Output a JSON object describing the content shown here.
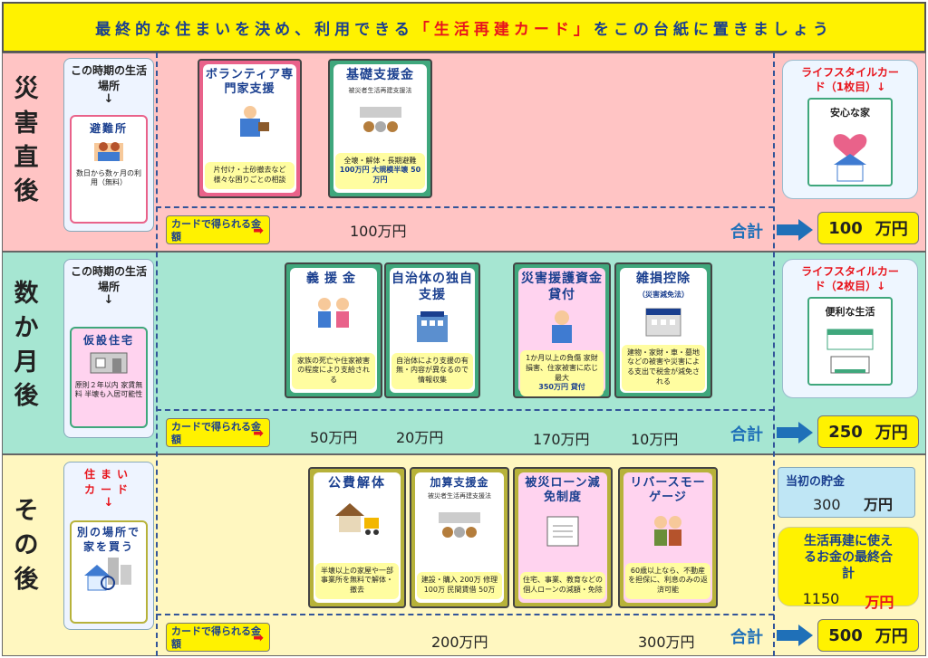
{
  "header": {
    "before": "最終的な住まいを決め、利用できる",
    "highlight": "「生活再建カード」",
    "after": "をこの台紙に置きましょう"
  },
  "periods": [
    {
      "label": "災害直後",
      "chars": [
        "災",
        "害",
        "直",
        "後"
      ]
    },
    {
      "label": "数か月後",
      "chars": [
        "数",
        "か",
        "月",
        "後"
      ]
    },
    {
      "label": "その後",
      "chars": [
        "そ",
        "の",
        "後"
      ]
    }
  ],
  "places": [
    {
      "heading": "この時期の生活場所",
      "arrow": "↓",
      "card_title": "避難所",
      "card_note": "数日から数ヶ月の利用（無料）"
    },
    {
      "heading": "この時期の生活場所",
      "arrow": "↓",
      "card_title": "仮設住宅",
      "card_note": "原則２年以内 家賃無料 半壊も入居可能性"
    },
    {
      "heading": "住まいカード",
      "arrow": "↓",
      "card_title": "別の場所で家を買う",
      "card_note": ""
    }
  ],
  "cards": [
    {
      "title": "ボランティア専門家支援",
      "sub": "",
      "desc": "片付け・土砂撤去など様々な困りごとの相談",
      "emph": ""
    },
    {
      "title": "基礎支援金",
      "sub": "被災者生活再建支援法",
      "desc": "全壊・解体・長期避難",
      "emph": "100万円 大規模半壊 50万円"
    },
    {
      "title": "義援金",
      "sub": "",
      "desc": "家族の死亡や住家被害の程度により支給される",
      "emph": ""
    },
    {
      "title": "自治体の独自支援",
      "sub": "",
      "desc": "自治体により支援の有無・内容が異なるので情報収集",
      "emph": ""
    },
    {
      "title": "災害援護資金貸付",
      "sub": "",
      "desc": "1か月以上の負傷 家財損害、住家被害に応じ最大",
      "emph": "350万円 貸付"
    },
    {
      "title": "雑損控除",
      "sub": "（災害減免法）",
      "desc": "建物・家財・車・墓地などの被害や災害による支出で税金が減免される",
      "emph": ""
    },
    {
      "title": "公費解体",
      "sub": "",
      "desc": "半壊以上の家屋や一部事業所を無料で解体・撤去",
      "emph": ""
    },
    {
      "title": "加算支援金",
      "sub": "被災者生活再建支援法",
      "desc": "建設・購入 200万 修理 100万 民間賃借 50万",
      "emph": ""
    },
    {
      "title": "被災ローン減免制度",
      "sub": "",
      "desc": "住宅、事業、教育などの個人ローンの減額・免除",
      "emph": ""
    },
    {
      "title": "リバースモーゲージ",
      "sub": "",
      "desc": "60歳以上なら、不動産を担保に、利息のみの返済可能",
      "emph": ""
    }
  ],
  "amount_button": "カードで得られる金額",
  "amounts": {
    "s1": [
      "100万円"
    ],
    "s2": [
      "50万円",
      "20万円",
      "170万円",
      "10万円"
    ],
    "s3": [
      "200万円",
      "300万円"
    ]
  },
  "goukei_label": "合計",
  "totals": [
    {
      "value": "100",
      "unit": "万円"
    },
    {
      "value": "250",
      "unit": "万円"
    },
    {
      "value": "500",
      "unit": "万円"
    }
  ],
  "lifestyle": [
    {
      "heading": "ライフスタイルカード（1枚目）↓",
      "card": "安心な家"
    },
    {
      "heading": "ライフスタイルカード（2枚目）↓",
      "card": "便利な生活"
    }
  ],
  "savings": {
    "label": "当初の貯金",
    "value": "300",
    "unit": "万円"
  },
  "final": {
    "label": "生活再建に使えるお金の最終合計",
    "value": "1150",
    "unit": "万円"
  },
  "colors": {
    "header_bg": "#fff200",
    "section1": "#ffc4c4",
    "section2": "#a6e6d2",
    "section3": "#fff7c0",
    "accent_red": "#e8141c",
    "accent_blue": "#1a3f8f"
  }
}
